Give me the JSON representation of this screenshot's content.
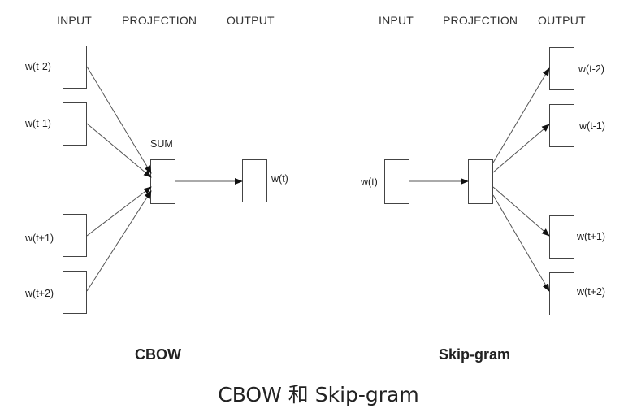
{
  "cbow": {
    "headers": {
      "input": "INPUT",
      "projection": "PROJECTION",
      "output": "OUTPUT"
    },
    "inputs": [
      "w(t-2)",
      "w(t-1)",
      "w(t+1)",
      "w(t+2)"
    ],
    "projection_label": "SUM",
    "output": "w(t)",
    "title": "CBOW"
  },
  "skipgram": {
    "headers": {
      "input": "INPUT",
      "projection": "PROJECTION",
      "output": "OUTPUT"
    },
    "input": "w(t)",
    "outputs": [
      "w(t-2)",
      "w(t-1)",
      "w(t+1)",
      "w(t+2)"
    ],
    "title": "Skip-gram"
  },
  "caption": "CBOW 和 Skip-gram"
}
